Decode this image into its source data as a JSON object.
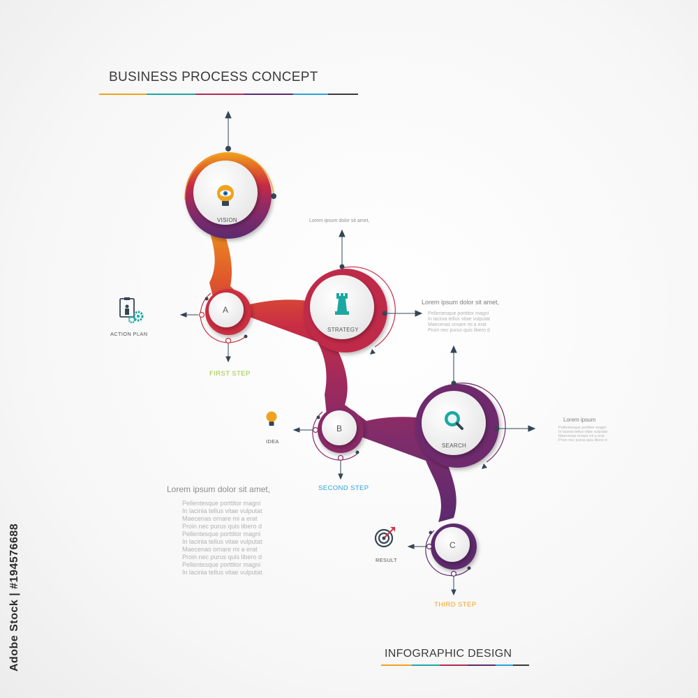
{
  "header": {
    "title": "BUSINESS PROCESS CONCEPT"
  },
  "footer": {
    "title": "INFOGRAPHIC DESIGN"
  },
  "watermark": "Adobe Stock | #194576688",
  "palette": {
    "orange": "#f0a21e",
    "red": "#d12f3f",
    "crimson": "#b32a53",
    "purple": "#7d2c6b",
    "violet": "#5b2a6e",
    "teal": "#1ca8a0",
    "dark": "#334556",
    "green": "#9bc53d",
    "blue": "#28a3d8"
  },
  "nodes": {
    "vision": {
      "label": "VISION",
      "icon": "lightbulb-eye-icon"
    },
    "a": {
      "label": "A"
    },
    "strategy": {
      "label": "STRATEGY",
      "icon": "chess-rook-icon"
    },
    "b": {
      "label": "B"
    },
    "search": {
      "label": "SEARCH",
      "icon": "magnifier-icon"
    },
    "c": {
      "label": "C"
    }
  },
  "side_items": {
    "action_plan": {
      "label": "ACTION PLAN",
      "icon": "action-plan-gears-icon"
    },
    "idea": {
      "label": "IDEA",
      "icon": "lightbulb-icon"
    },
    "result": {
      "label": "RESULT",
      "icon": "target-icon"
    }
  },
  "steps": {
    "first": "FIRST STEP",
    "second": "SECOND STEP",
    "third": "THIRD STEP"
  },
  "texts": {
    "vision_caption": "Lorem ipsum dolor sit amet,",
    "strategy_heading": "Lorem ipsum dolor sit amet,",
    "strategy_lines": [
      "Pellentesque porttitor magni",
      "In lacinia tellus vitae vulputat",
      "Maecenas ornare mi a erat",
      "Proin nec purus quis libero d"
    ],
    "search_heading": "Lorem ipsum",
    "search_lines": [
      "Pellentesque porttitor magni",
      "In lacinia tellus vitae vulputat",
      "Maecenas ornare mi a erat",
      "Proin nec purus quis libero d"
    ],
    "main_heading": "Lorem ipsum dolor sit amet,",
    "main_lines": [
      "Pellentesque porttitor magni",
      "In lacinia tellus vitae vulputat",
      "Maecenas ornare mi a erat",
      "Proin nec purus quis libero d",
      "Pellentesque porttitor magni",
      "In lacinia tellus vitae vulputat",
      "Maecenas ornare mi a erat",
      "Proin nec purus quis libero d",
      "Pellentesque porttitor magni",
      "In lacinia tellus vitae vulputat"
    ]
  }
}
